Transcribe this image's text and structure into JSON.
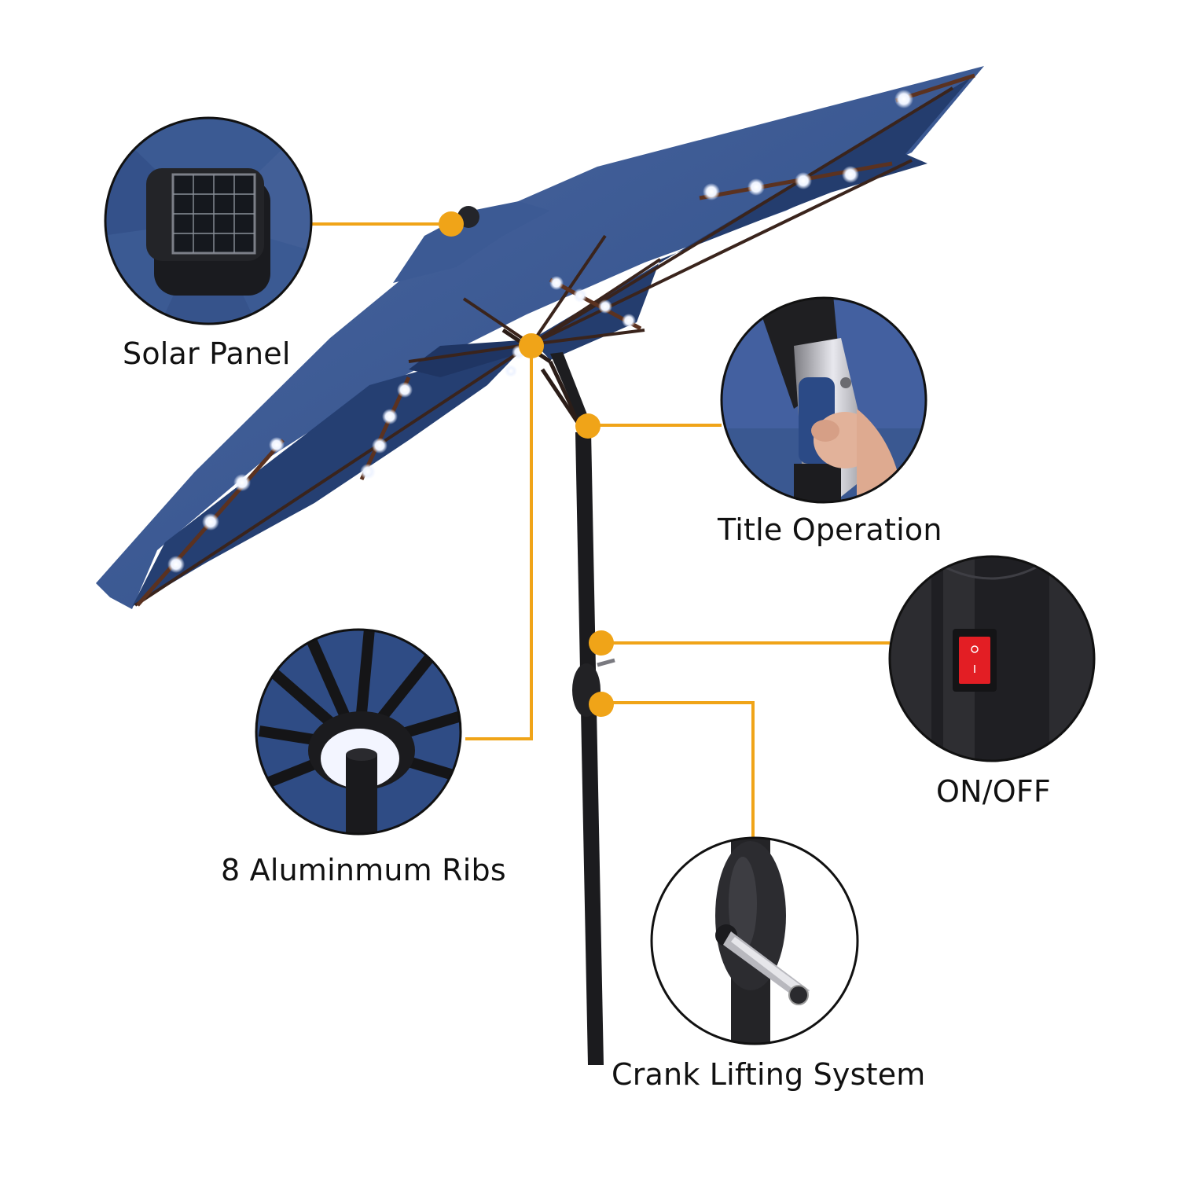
{
  "image": {
    "subject": "solar patio umbrella with LED lights",
    "colors": {
      "canopy": "#2f4f8a",
      "canopy_underside": "#233a68",
      "pole": "#1b1b1e",
      "callout": "#f0a418",
      "led": "#ffffff",
      "switch": "#e31e24"
    }
  },
  "callouts": {
    "solar_panel": "Solar Panel",
    "tilt_operation": "Title Operation",
    "on_off": "ON/OFF",
    "ribs": "8 Aluminmum Ribs",
    "crank": "Crank Lifting System"
  }
}
